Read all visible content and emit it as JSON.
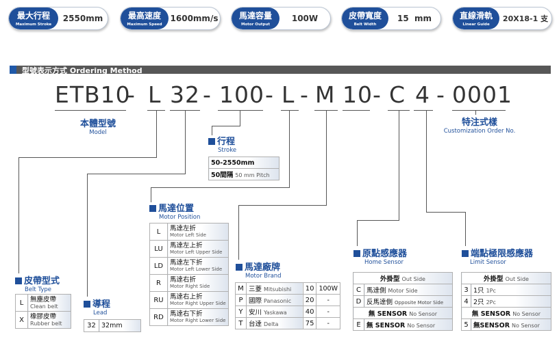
{
  "specs": [
    {
      "zh": "最大行程",
      "en": "Maximum Stroke",
      "value": "2550mm"
    },
    {
      "zh": "最高速度",
      "en": "Maximum Speed",
      "value": "1600mm/s"
    },
    {
      "zh": "馬達容量",
      "en": "Motor Output",
      "value": "100W"
    },
    {
      "zh": "皮帶寬度",
      "en": "Belt Width",
      "value": "15  mm"
    },
    {
      "zh": "直線滑軌",
      "en": "Linear Guide",
      "value": "20X18-1 支"
    }
  ],
  "section": {
    "zh": "型號表示方式",
    "en": "Ordering Method"
  },
  "code": {
    "p1": "ETB10",
    "d1": "-",
    "p2": "L",
    "p3": "32",
    "d2": "-",
    "p4": "100",
    "d3": "-",
    "p5": "L",
    "d4": "-",
    "p6": "M",
    "p7": "10",
    "d5": "-",
    "p8": "C",
    "p9": "4",
    "d6": "-",
    "p10": "0001"
  },
  "model": {
    "zh": "本體型號",
    "en": "Model"
  },
  "custom": {
    "zh": "特注式樣",
    "en": "Customization Order No."
  },
  "stroke": {
    "zh": "行程",
    "en": "Stroke",
    "rows": [
      {
        "a": "50-2550mm"
      },
      {
        "a": "50間隔",
        "b": "50 mm Pitch"
      }
    ]
  },
  "motor_position": {
    "zh": "馬達位置",
    "en": "Motor Position",
    "rows": [
      {
        "code": "L",
        "zh": "馬達左折",
        "en": "Motor Left Side"
      },
      {
        "code": "LU",
        "zh": "馬達左上折",
        "en": "Motor Left Upper Side"
      },
      {
        "code": "LD",
        "zh": "馬達左下折",
        "en": "Motor Left Lower Side"
      },
      {
        "code": "R",
        "zh": "馬達右折",
        "en": "Motor Right Side"
      },
      {
        "code": "RU",
        "zh": "馬達右上折",
        "en": "Motor Right Upper Side"
      },
      {
        "code": "RD",
        "zh": "馬達右下折",
        "en": "Motor Right Lower Side"
      }
    ]
  },
  "belt": {
    "zh": "皮帶型式",
    "en": "Belt Type",
    "rows": [
      {
        "code": "L",
        "zh": "無塵皮帶",
        "en": "Clean belt"
      },
      {
        "code": "X",
        "zh": "橡膠皮帶",
        "en": "Rubber belt"
      }
    ]
  },
  "lead": {
    "zh": "導程",
    "en": "Lead",
    "rows": [
      {
        "code": "32",
        "val": "32mm"
      }
    ]
  },
  "motor_brand": {
    "zh": "馬達廠牌",
    "en": "Motor Brand",
    "rows": [
      {
        "code": "M",
        "zh": "三菱",
        "en": "Mitsubishi",
        "num": "10",
        "val": "100W"
      },
      {
        "code": "P",
        "zh": "國際",
        "en": "Panasonic",
        "num": "20",
        "val": "-"
      },
      {
        "code": "Y",
        "zh": "安川",
        "en": "Yaskawa",
        "num": "40",
        "val": "-"
      },
      {
        "code": "T",
        "zh": "台達",
        "en": "Delta",
        "num": "75",
        "val": "-"
      }
    ]
  },
  "home_sensor": {
    "zh": "原點感應器",
    "en": "Home Sensor",
    "header": {
      "zh": "外掛型",
      "en": "Out Side"
    },
    "rows": [
      {
        "code": "C",
        "zh": "馬達側",
        "en": "Motor Side"
      },
      {
        "code": "D",
        "zh": "反馬達側",
        "en": "Opposite Motor Side"
      },
      {
        "zh": "無 SENSOR",
        "en": "No Sensor"
      },
      {
        "code": "E",
        "zh": "無 SENSOR",
        "en": "No Sensor"
      }
    ]
  },
  "limit_sensor": {
    "zh": "端點極限感應器",
    "en": "Limit Sensor",
    "header": {
      "zh": "外掛型",
      "en": "Out Side"
    },
    "rows": [
      {
        "code": "3",
        "zh": "1只",
        "en": "1Pc"
      },
      {
        "code": "4",
        "zh": "2只",
        "en": "2Pc"
      },
      {
        "zh": "無 SENSOR",
        "en": "No Sensor"
      },
      {
        "code": "5",
        "zh": "無SENSOR",
        "en": "No Sensor"
      }
    ]
  }
}
